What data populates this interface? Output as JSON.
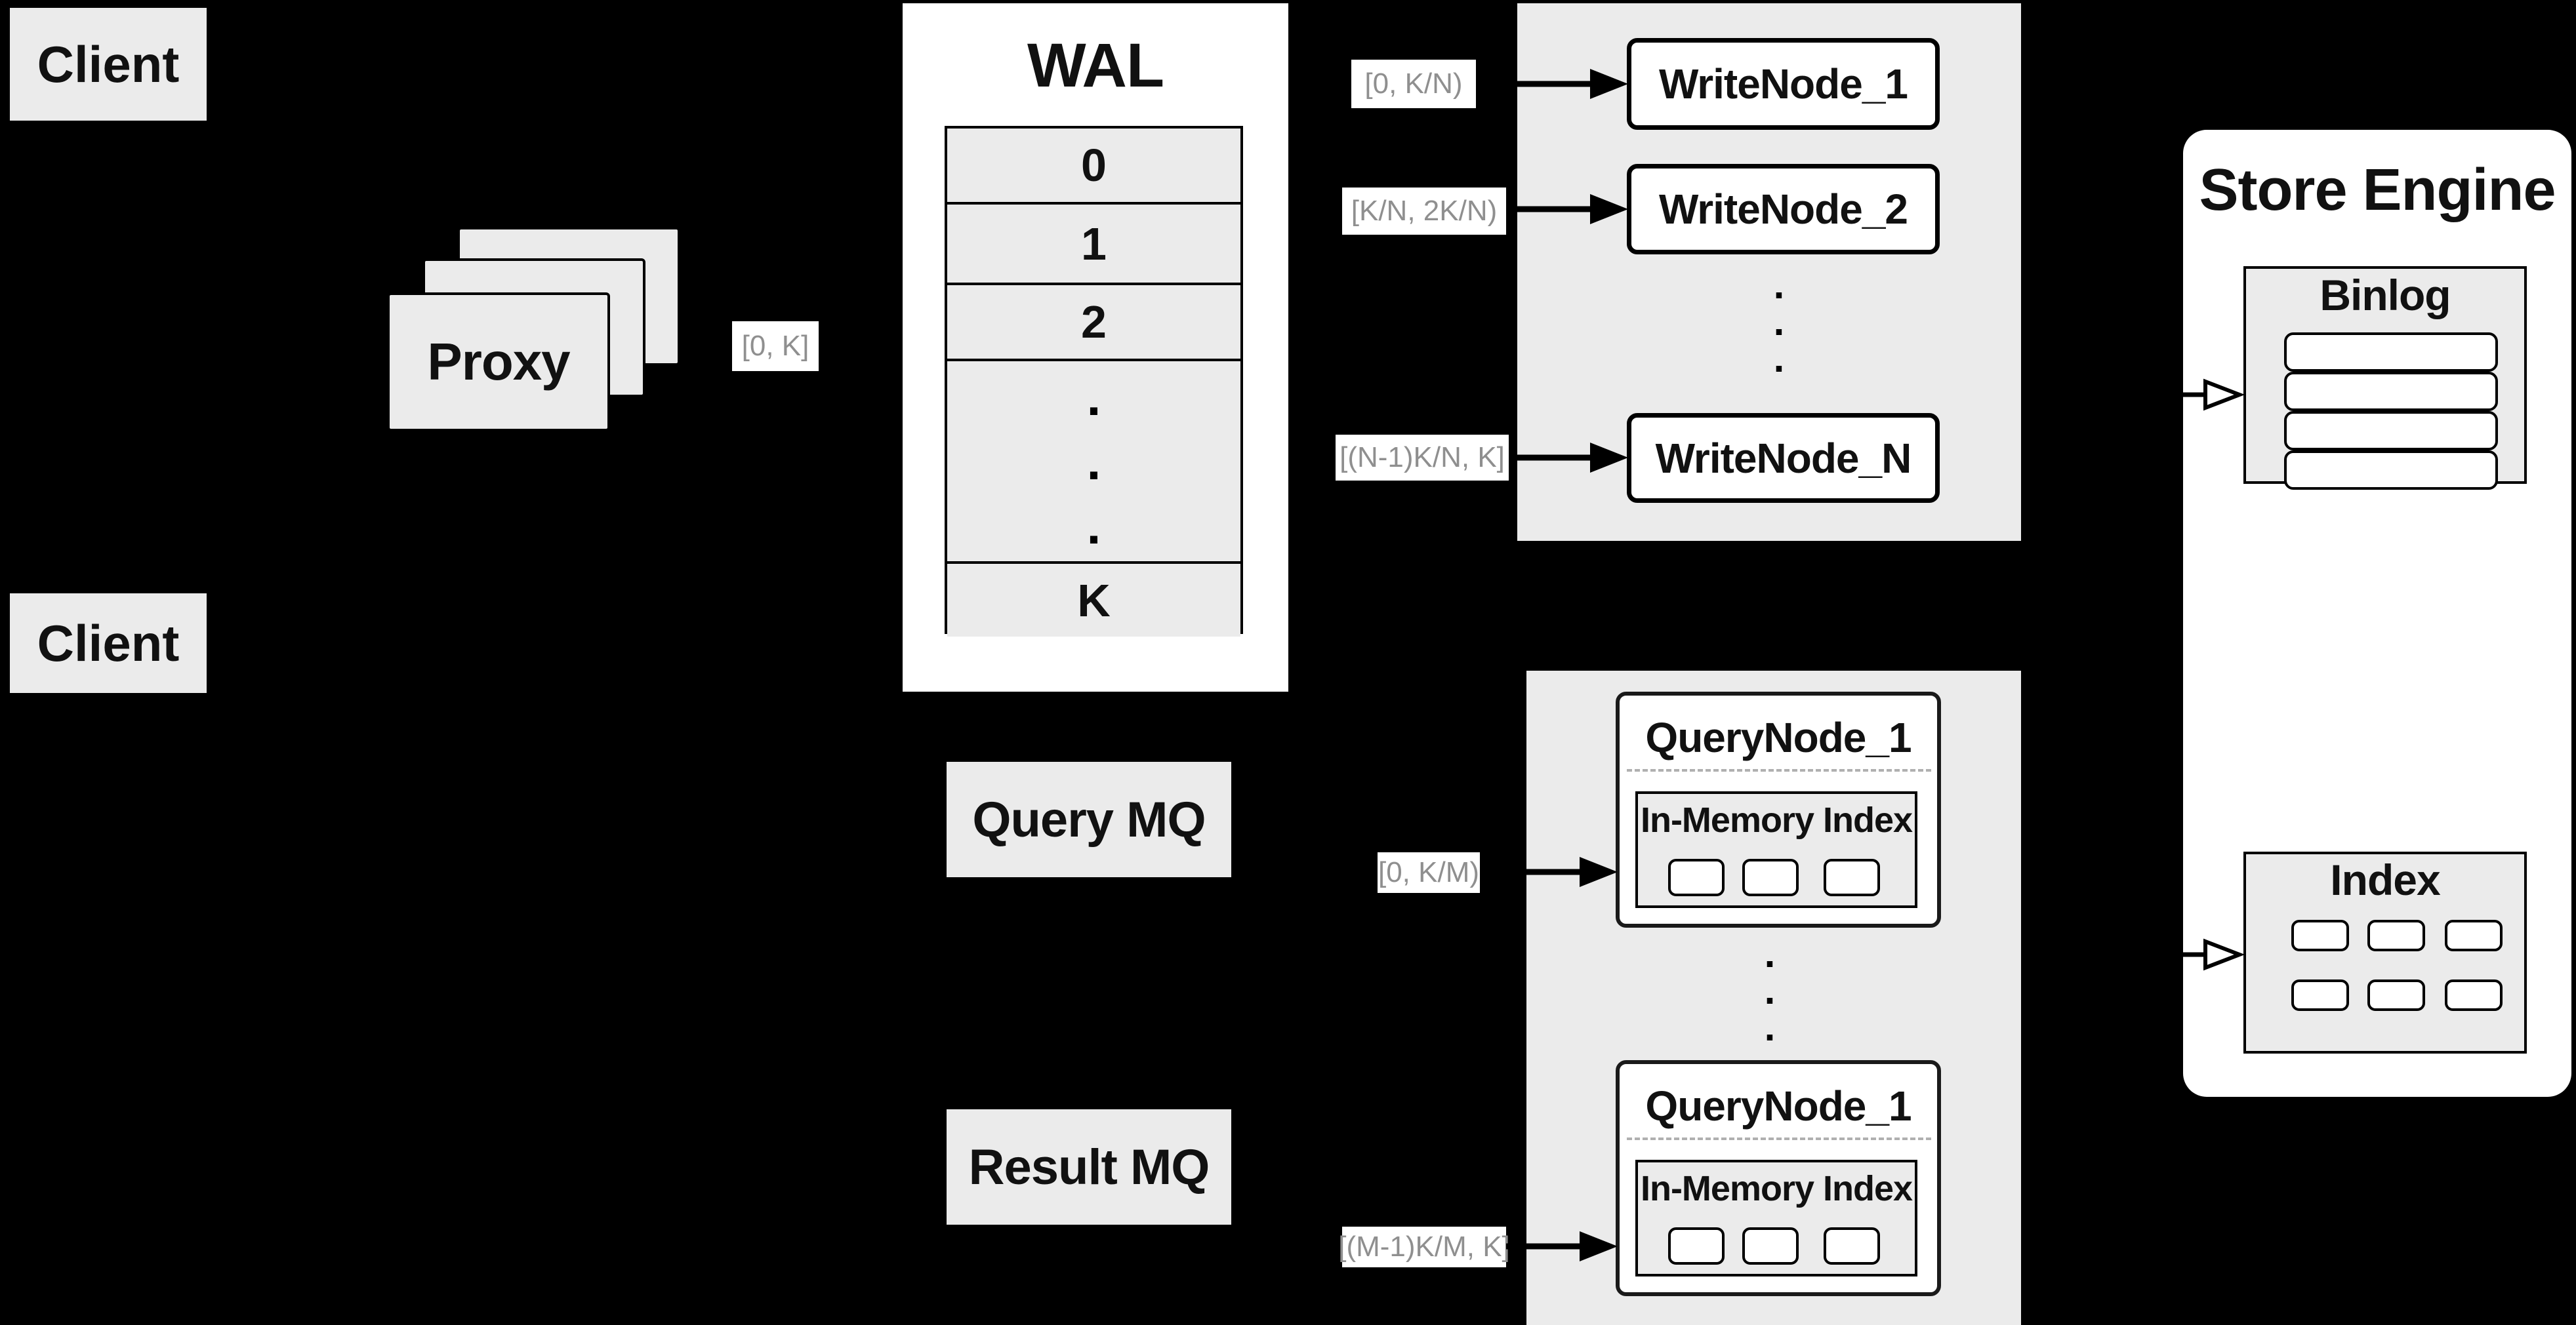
{
  "colors": {
    "background": "#000000",
    "panel_gray": "#ebebeb",
    "panel_white": "#ffffff",
    "line_black": "#000000",
    "chip_text": "#8f8f8f",
    "dash_gray": "#b0b0b0"
  },
  "clients": {
    "top_label": "Client",
    "bottom_label": "Client"
  },
  "proxy": {
    "label": "Proxy"
  },
  "range_labels": {
    "proxy_out": "[0, K]",
    "write_node_1": "[0, K/N)",
    "write_node_2": "[K/N, 2K/N)",
    "write_node_n": "[(N-1)K/N, K]",
    "query_node_1": "[0, K/M)",
    "query_node_m": "[(M-1)K/M, K]"
  },
  "wal": {
    "title": "WAL",
    "rows": [
      "0",
      "1",
      "2",
      "K"
    ]
  },
  "write_nodes": {
    "node_1": "WriteNode_1",
    "node_2": "WriteNode_2",
    "node_n": "WriteNode_N"
  },
  "store_engine": {
    "title": "Store Engine",
    "binlog_title": "Binlog",
    "index_title": "Index"
  },
  "mq": {
    "query_label": "Query MQ",
    "result_label": "Result MQ"
  },
  "query_nodes": {
    "node_top": "QueryNode_1",
    "node_bottom": "QueryNode_1",
    "in_memory_label": "In-Memory Index"
  },
  "ellipsis_dot": "."
}
